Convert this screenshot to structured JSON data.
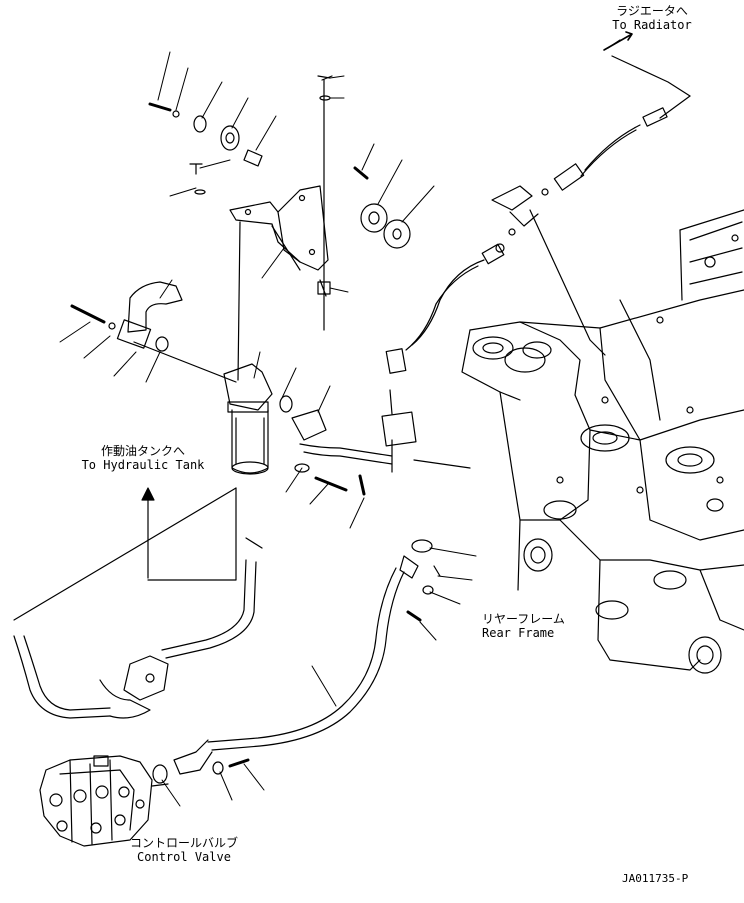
{
  "labels": {
    "radiator_jp": "ラジエータへ",
    "radiator_en": "To Radiator",
    "hydraulic_tank_jp": "作動油タンクへ",
    "hydraulic_tank_en": "To Hydraulic Tank",
    "rear_frame_jp": "リヤーフレーム",
    "rear_frame_en": "Rear Frame",
    "control_valve_jp": "コントロールバルブ",
    "control_valve_en": "Control Valve",
    "drawing_code": "JA011735-P"
  },
  "colors": {
    "line": "#000000",
    "background": "#ffffff"
  }
}
